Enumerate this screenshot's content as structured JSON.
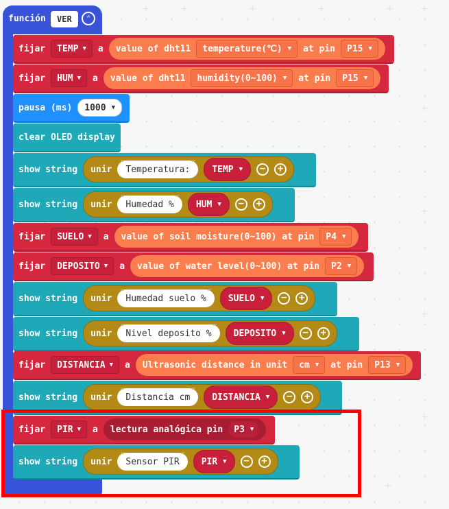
{
  "function": {
    "keyword": "función",
    "name": "VER"
  },
  "blocks": {
    "b1": {
      "kw": "fijar",
      "var": "TEMP",
      "a": "a",
      "sensor": "value of dht11",
      "opt": "temperature(℃)",
      "at": "at pin",
      "pin": "P15"
    },
    "b2": {
      "kw": "fijar",
      "var": "HUM",
      "a": "a",
      "sensor": "value of dht11",
      "opt": "humidity(0~100)",
      "at": "at pin",
      "pin": "P15"
    },
    "b3": {
      "kw": "pausa (ms)",
      "value": "1000"
    },
    "b4": {
      "kw": "clear OLED display"
    },
    "b5": {
      "kw": "show string",
      "unir": "unir",
      "text": "Temperatura: ",
      "var": "TEMP"
    },
    "b6": {
      "kw": "show string",
      "unir": "unir",
      "text": "Humedad % ",
      "var": "HUM"
    },
    "b7": {
      "kw": "fijar",
      "var": "SUELO",
      "a": "a",
      "sensor": "value of soil moisture(0~100) at pin",
      "pin": "P4"
    },
    "b8": {
      "kw": "fijar",
      "var": "DEPOSITO",
      "a": "a",
      "sensor": "value of water level(0~100) at pin",
      "pin": "P2"
    },
    "b9": {
      "kw": "show string",
      "unir": "unir",
      "text": "Humedad suelo % ",
      "var": "SUELO"
    },
    "b10": {
      "kw": "show string",
      "unir": "unir",
      "text": "Nivel deposito % ",
      "var": "DEPOSITO"
    },
    "b11": {
      "kw": "fijar",
      "var": "DISTANCIA",
      "a": "a",
      "sensor": "Ultrasonic distance in unit",
      "unit": "cm",
      "at": "at pin",
      "pin": "P13"
    },
    "b12": {
      "kw": "show string",
      "unir": "unir",
      "text": "Distancia cm ",
      "var": "DISTANCIA"
    },
    "b13": {
      "kw": "fijar",
      "var": "PIR",
      "a": "a",
      "sensor": "lectura analógica pin",
      "pin": "P3"
    },
    "b14": {
      "kw": "show string",
      "unir": "unir",
      "text": "Sensor PIR ",
      "var": "PIR"
    }
  },
  "icons": {
    "dropdown": "dropdown-triangle-icon",
    "minus": "minus-circle-icon",
    "plus": "plus-circle-icon",
    "collapse": "collapse-chevron-icon"
  },
  "colors": {
    "function": "#3953d8",
    "variables": "#d5283f",
    "basic": "#1e90ff",
    "oled": "#1fa8b8",
    "sensor": "#fa7d4d",
    "text": "#b28a15",
    "highlight": "#ff0000"
  }
}
